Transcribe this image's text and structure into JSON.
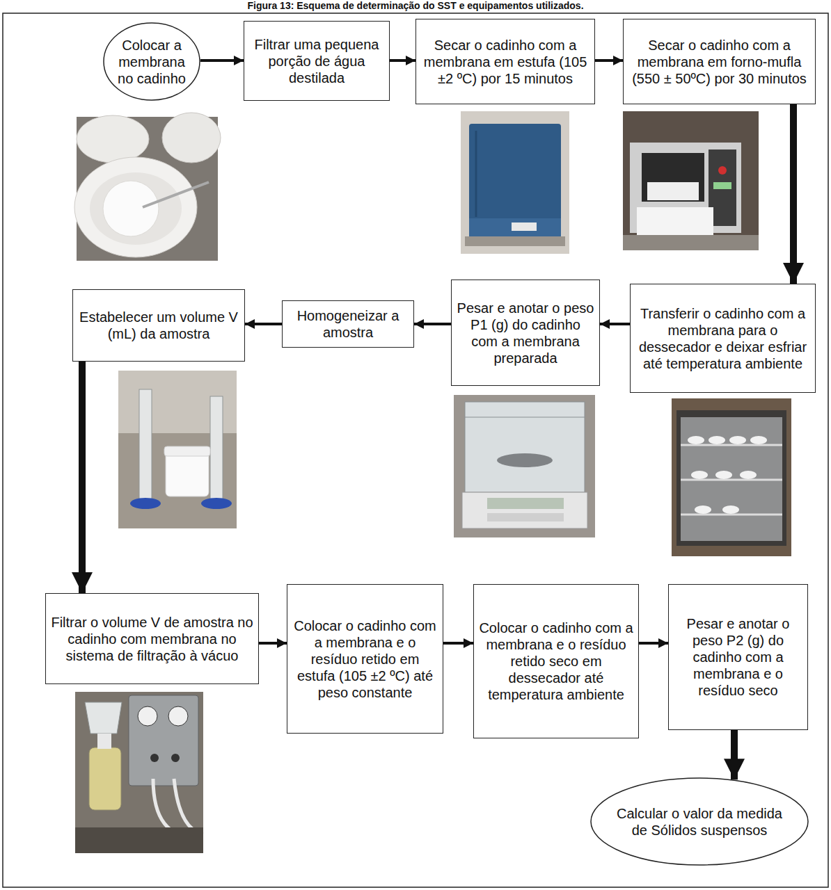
{
  "diagram": {
    "title": "Figura 13: Esquema de determinação do SST e equipamentos utilizados.",
    "nodes": [
      {
        "text": [
          "Colocar a membrana no cadinho"
        ]
      },
      {
        "text": [
          "Filtrar uma pequena porção de água destilada"
        ]
      },
      {
        "text": [
          "Secar o cadinho com a membrana em estufa (105 ±2 ºC) por 15 minutos"
        ]
      },
      {
        "text": [
          "Secar o cadinho com a membrana em forno-mufla (550 ± 50ºC) por 30 minutos"
        ]
      },
      {
        "text": [
          "Transferir o cadinho com a membrana para o dessecador e deixar esfriar até temperatura ambiente"
        ]
      },
      {
        "text": [
          "Pesar e anotar o peso P1 (g) do cadinho com a membrana preparada"
        ]
      },
      {
        "text": [
          "Homogeneizar a amostra"
        ]
      },
      {
        "text": [
          "Estabelecer um volume V (mL) da amostra"
        ]
      },
      {
        "text": [
          "Filtrar o volume V de amostra no cadinho com membrana no sistema de filtração à vácuo"
        ]
      },
      {
        "text": [
          "Colocar o cadinho com a membrana e o resíduo retido em estufa (105 ±2 ºC) até peso constante"
        ]
      },
      {
        "text": [
          "Colocar o cadinho com a membrana e o resíduo retido seco em dessecador até temperatura ambiente"
        ]
      },
      {
        "text": [
          "Pesar e anotar o peso P2 (g) do cadinho com a membrana e o resíduo seco"
        ]
      },
      {
        "text": [
          "Calcular o valor da medida de Sólidos suspensos"
        ]
      }
    ],
    "edges": [
      {
        "from": 0,
        "to": 1,
        "arrow": "to"
      },
      {
        "from": 1,
        "to": 2,
        "arrow": "to"
      },
      {
        "from": 2,
        "to": 3,
        "arrow": "to"
      },
      {
        "from": 3,
        "to": 4,
        "arrow": "to"
      },
      {
        "from": 4,
        "to": 5,
        "arrow": "to"
      },
      {
        "from": 5,
        "to": 6,
        "arrow": "to"
      },
      {
        "from": 6,
        "to": 7,
        "arrow": "to"
      },
      {
        "from": 7,
        "to": 8,
        "arrow": "to"
      },
      {
        "from": 8,
        "to": 9,
        "arrow": "to"
      },
      {
        "from": 9,
        "to": 10,
        "arrow": "to"
      },
      {
        "from": 10,
        "to": 11,
        "arrow": "to"
      },
      {
        "from": 11,
        "to": 12,
        "arrow": "to"
      }
    ]
  }
}
